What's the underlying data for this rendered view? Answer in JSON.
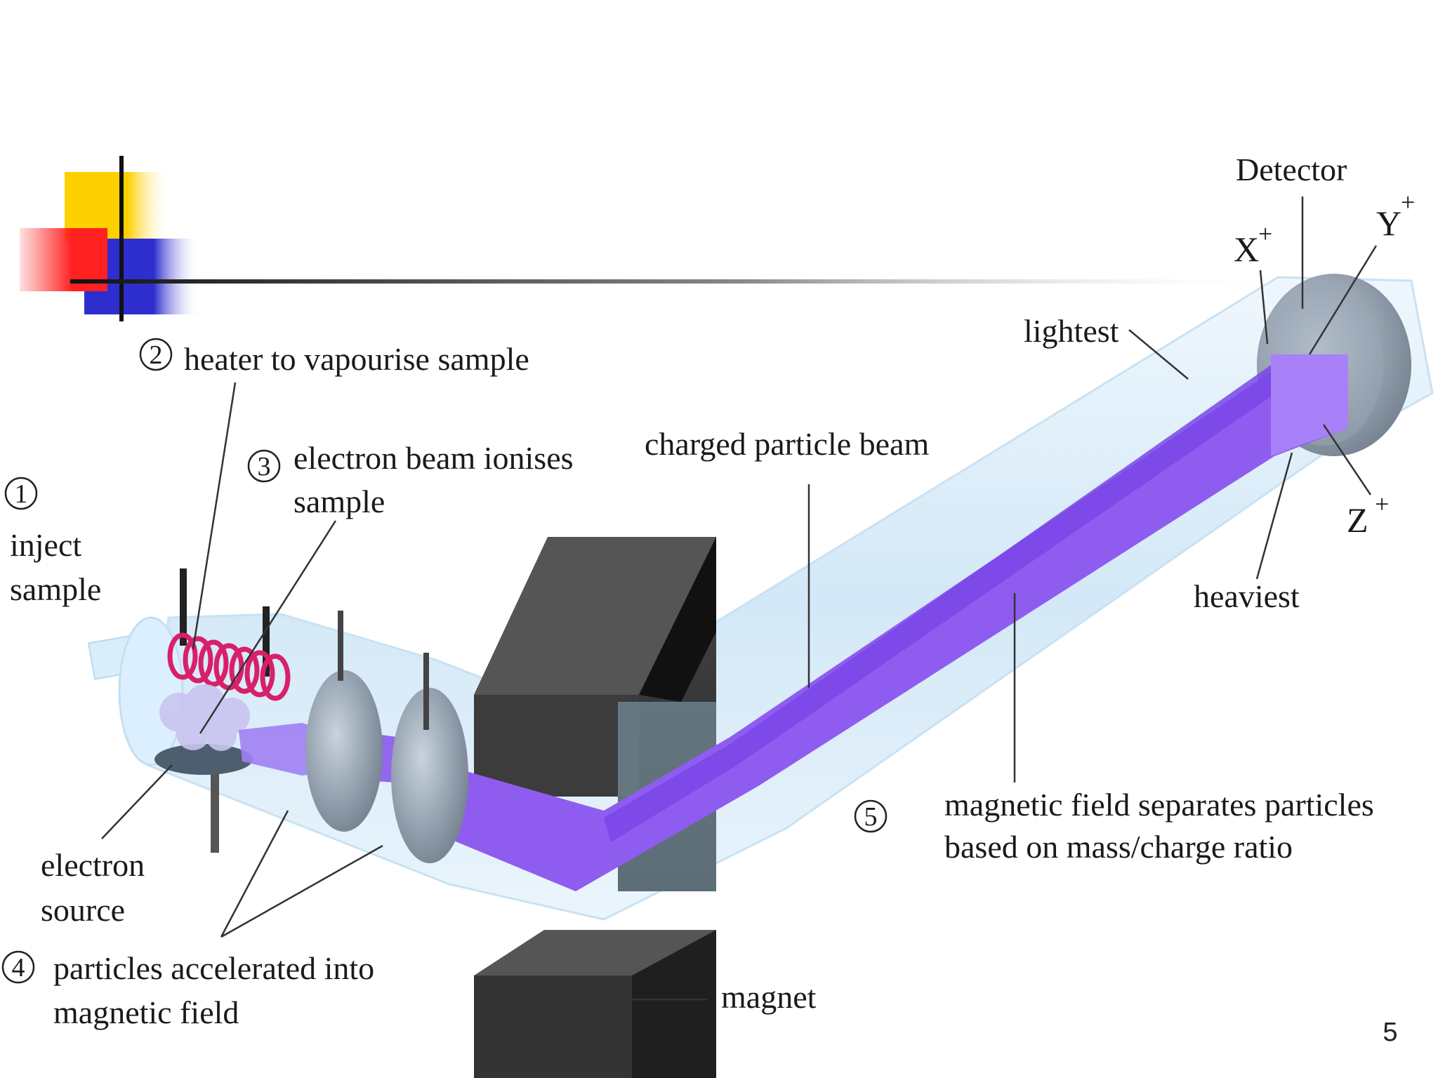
{
  "labels": {
    "step1_number": "1",
    "inject_line1": "inject",
    "inject_line2": "sample",
    "step2_number": "2",
    "heater": "heater to vapourise sample",
    "step3_number": "3",
    "electron_beam_line1": "electron beam ionises",
    "electron_beam_line2": "sample",
    "electron_source_line1": "electron",
    "electron_source_line2": "source",
    "step4_number": "4",
    "accelerated_line1": "particles accelerated into",
    "accelerated_line2": "magnetic field",
    "charged_beam": "charged particle beam",
    "magnet": "magnet",
    "step5_number": "5",
    "separates_line1": "magnetic field separates particles",
    "separates_line2": "based on mass/charge ratio",
    "detector": "Detector",
    "lightest": "lightest",
    "heaviest": "heaviest",
    "ion_x": "X",
    "ion_y": "Y",
    "ion_z": "Z",
    "plus": "+"
  },
  "page_number": "5",
  "colors": {
    "beam": "#8f5cf0",
    "beam_dark": "#7a45e8",
    "tube": "#d6ecfa",
    "magnet": "#3a3a3a",
    "heater_coil": "#d8206a",
    "accent_yellow": "#ffd000",
    "accent_red": "#ff2a2a",
    "accent_blue": "#2e2ecf"
  }
}
